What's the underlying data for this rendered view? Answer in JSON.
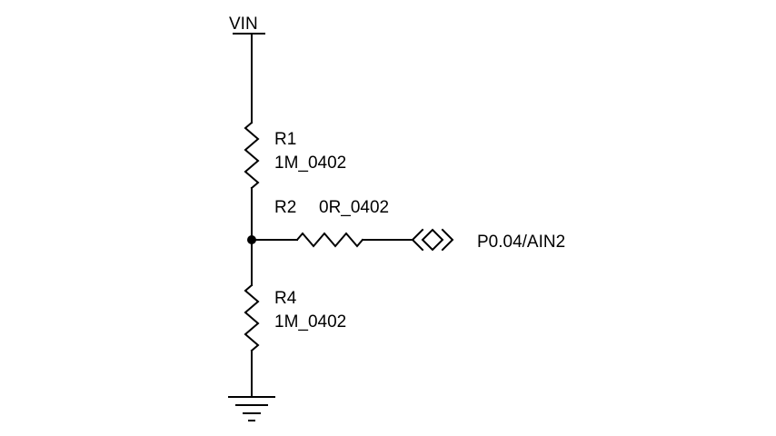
{
  "diagram": {
    "power_label": "VIN",
    "resistors": [
      {
        "ref": "R1",
        "value": "1M_0402"
      },
      {
        "ref": "R2",
        "value": "0R_0402"
      },
      {
        "ref": "R4",
        "value": "1M_0402"
      }
    ],
    "port_label": "P0.04/AIN2",
    "colors": {
      "wire": "#000000",
      "background": "#ffffff"
    },
    "icons": {
      "power": "power-rail-bar",
      "ground": "ground-symbol",
      "port": "bidirectional-port-symbol",
      "junction": "junction-dot"
    }
  }
}
